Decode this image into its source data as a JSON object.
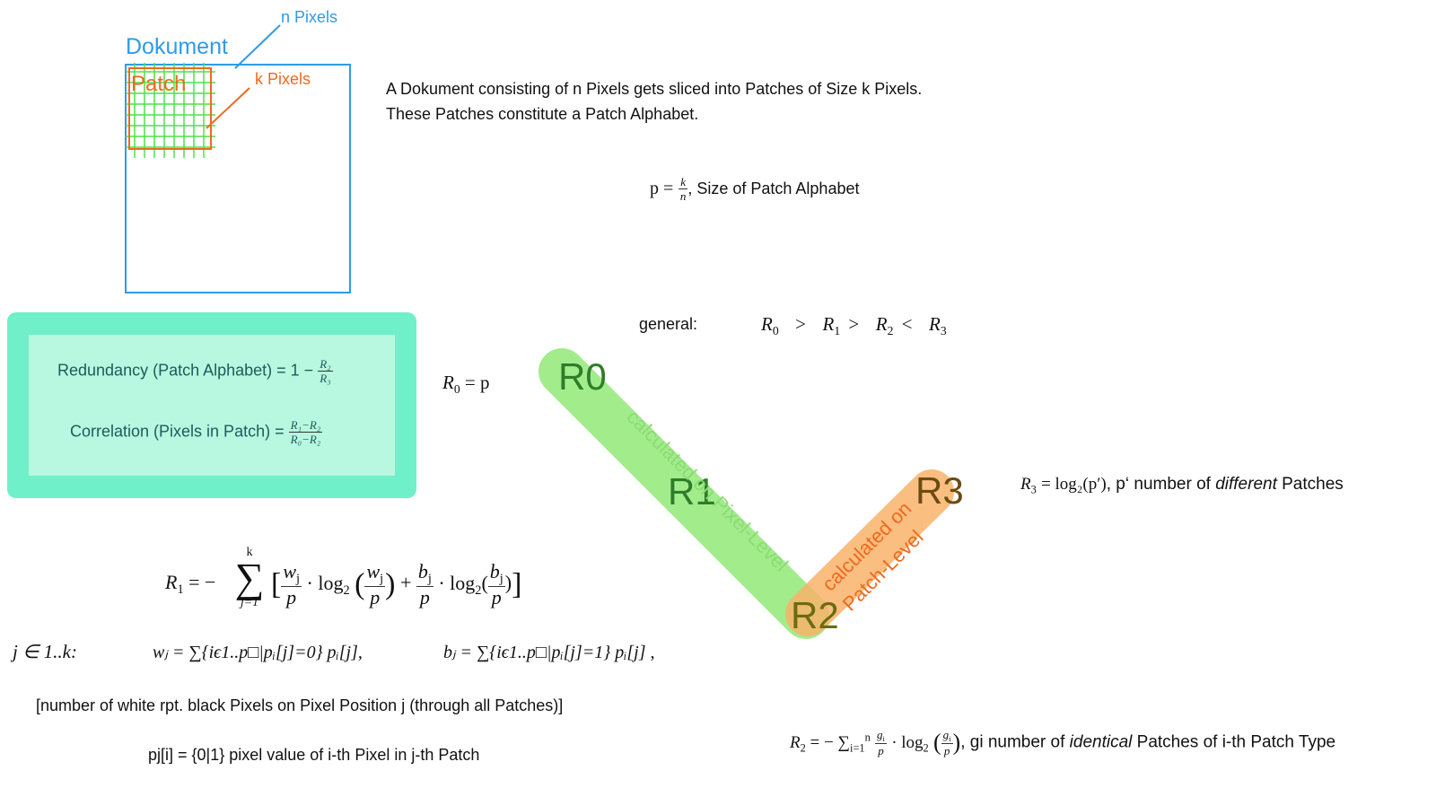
{
  "document_label": "Dokument",
  "n_pixels_label": "n Pixels",
  "patch_label": "Patch",
  "k_pixels_label": "k Pixels",
  "intro_line1": "A Dokument consisting of n Pixels gets sliced into Patches of Size  k Pixels.",
  "intro_line2": "These Patches constitute a Patch Alphabet.",
  "p_formula": {
    "lhs": "p =",
    "num": "k",
    "den": "n",
    "text": ", Size of Patch Alphabet"
  },
  "general": {
    "label": "general:",
    "relation": [
      "R",
      "0",
      ">",
      "R",
      "1",
      ">",
      "R",
      "2",
      "<",
      "R",
      "3"
    ]
  },
  "green_box": {
    "redundancy_text": "Redundancy (Patch Alphabet) = 1 −",
    "redundancy_num": "R₂",
    "redundancy_den": "R₃",
    "correlation_text": "Correlation (Pixels in Patch) =",
    "correlation_num": "R₁−R₂",
    "correlation_den": "R₀−R₂"
  },
  "r0_formula": "= p",
  "nodes": {
    "r0": "R0",
    "r1": "R1",
    "r2": "R2",
    "r3": "R3"
  },
  "path_labels": {
    "pixel_level": "calculated on Pixel-Level",
    "patch_level_1": "calculated on",
    "patch_level_2": "Patch-Level"
  },
  "r3_formula": {
    "eq": "= log₂(p′)",
    "text1": ", p‘ number of ",
    "emph": "different",
    "text2": " Patches"
  },
  "r1_formula": {
    "sum_top": "k",
    "sum_bottom": "j=1"
  },
  "j_range": "j ∈ 1..k:",
  "w_formula": "wⱼ = ∑{iϵ1..p□|pᵢ[j]=0} pᵢ[j],",
  "b_formula": "bⱼ = ∑{iϵ1..p□|pᵢ[j]=1} pᵢ[j] ,",
  "white_black_note": "[number of white rpt. black Pixels on Pixel Position j (through all Patches)]",
  "pixel_value_note": "pj[i] = {0|1} pixel value of i-th Pixel in j-th Patch",
  "r2_formula": {
    "text1": ", gi number of ",
    "emph": "identical",
    "text2": " Patches of i-th Patch Type"
  },
  "colors": {
    "blue": "#2f9be8",
    "orange": "#ee6a1f",
    "grid_green": "#4ce24c",
    "box_outer": "#6ff0c8",
    "box_inner": "#b8f8e0",
    "path_green": "#9eeb86",
    "path_orange": "#f8b36a",
    "node_green_text": "#2e7d2a",
    "node_dark_text": "#6b4b12"
  }
}
